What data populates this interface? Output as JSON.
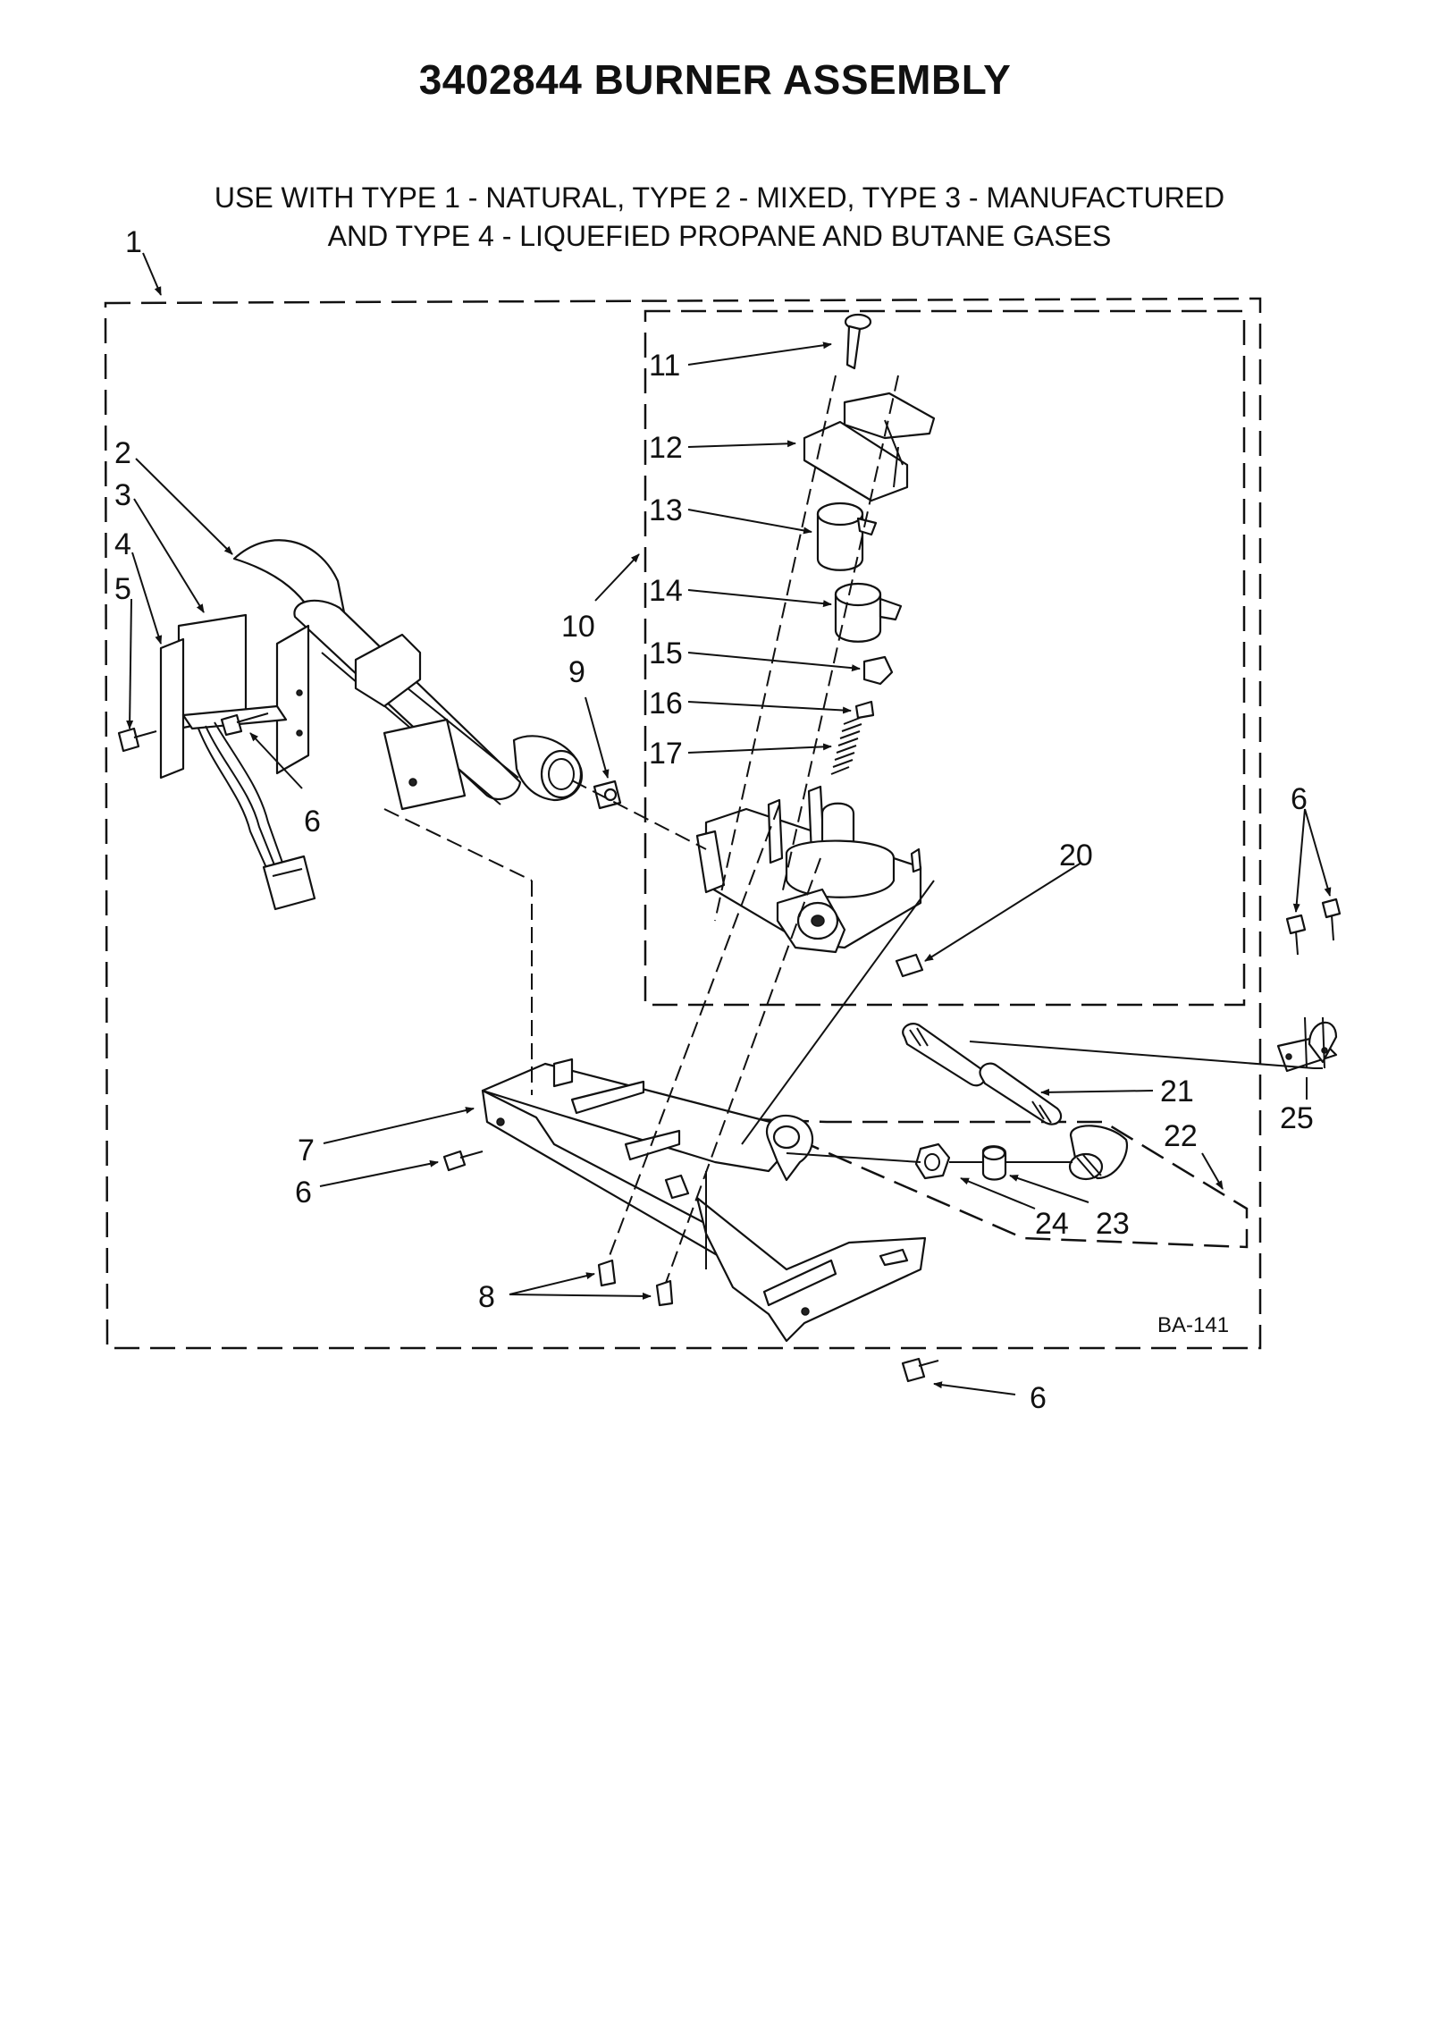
{
  "title": "3402844 BURNER ASSEMBLY",
  "subtitle_line1": "USE WITH TYPE 1 - NATURAL, TYPE 2 - MIXED, TYPE 3 - MANUFACTURED",
  "subtitle_line2": "AND TYPE 4 - LIQUEFIED PROPANE AND BUTANE GASES",
  "drawing_code": "BA-141",
  "callouts": {
    "c1": "1",
    "c2": "2",
    "c3": "3",
    "c4": "4",
    "c5": "5",
    "c6a": "6",
    "c6b": "6",
    "c6c": "6",
    "c6d": "6",
    "c7": "7",
    "c8": "8",
    "c9": "9",
    "c10": "10",
    "c11": "11",
    "c12": "12",
    "c13": "13",
    "c14": "14",
    "c15": "15",
    "c16": "16",
    "c17": "17",
    "c20": "20",
    "c21": "21",
    "c22": "22",
    "c23": "23",
    "c24": "24",
    "c25": "25"
  }
}
